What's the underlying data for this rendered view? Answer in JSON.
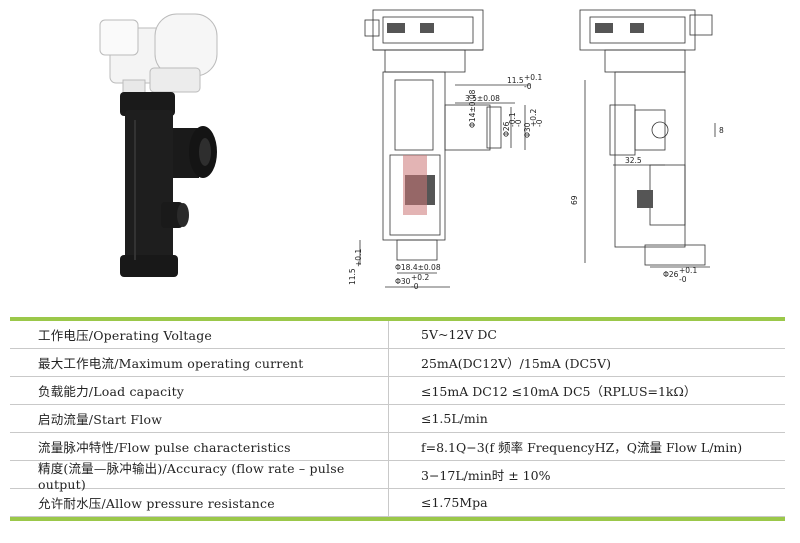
{
  "drawing_a": {
    "dim_top": "11.5",
    "dim_top_tol_plus": "+0.1",
    "dim_top_tol_minus": "-0",
    "dim_port": "3.5±0.08",
    "dim_inner": "Φ14±0.08",
    "dim_outer1": "Φ26",
    "dim_outer1_tol_plus": "-0.1",
    "dim_outer1_tol_minus": "-0",
    "dim_outer2": "Φ30",
    "dim_outer2_tol_plus": "+0.2",
    "dim_outer2_tol_minus": "-0",
    "dim_bottom_inner": "Φ18.4±0.08",
    "dim_bottom_outer": "Φ30",
    "dim_bottom_outer_tol_plus": "+0.2",
    "dim_bottom_outer_tol_minus": "-0",
    "dim_left": "11.5",
    "dim_left_tol": "+0.1"
  },
  "drawing_b": {
    "dim_height": "69",
    "dim_width": "32.5",
    "dim_side": "8",
    "dim_bottom": "Φ26",
    "dim_bottom_tol_plus": "+0.1",
    "dim_bottom_tol_minus": "-0"
  },
  "specs": [
    {
      "label": "工作电压/Operating Voltage",
      "value": "5V~12V DC"
    },
    {
      "label": "最大工作电流/Maximum operating current",
      "value": "25mA(DC12V）/15mA (DC5V)"
    },
    {
      "label": "负载能力/Load capacity",
      "value": "≤15mA DC12 ≤10mA DC5（RPLUS=1kΩ）"
    },
    {
      "label": "启动流量/Start Flow",
      "value": "≤1.5L/min"
    },
    {
      "label": "流量脉冲特性/Flow pulse characteristics",
      "value": "f=8.1Q−3(f 频率 FrequencyHZ，Q流量 Flow L/min)"
    },
    {
      "label": "精度(流量—脉冲输出)/Accuracy (flow rate – pulse output)",
      "value": "3−17L/min时 ± 10%"
    },
    {
      "label": "允许耐水压/Allow pressure resistance",
      "value": "≤1.75Mpa"
    }
  ],
  "colors": {
    "accent_bar": "#9bc84a",
    "sensor_body": "#1a1a1a",
    "sensor_cap": "#f4f4f4"
  }
}
